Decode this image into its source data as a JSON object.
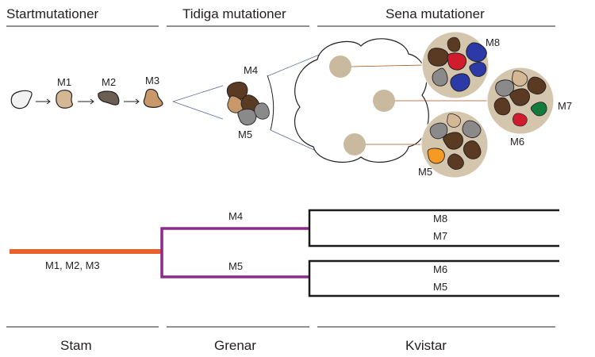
{
  "headers": {
    "start": "Startmutationer",
    "early": "Tidiga mutationer",
    "late": "Sena mutationer"
  },
  "footers": {
    "stem": "Stam",
    "branches": "Grenar",
    "twigs": "Kvistar"
  },
  "cell_labels": {
    "m1": "M1",
    "m2": "M2",
    "m3": "M3",
    "m4": "M4",
    "m5": "M5",
    "clone_m8": "M8",
    "clone_m7": "M7",
    "clone_m6": "M6",
    "clone_m5": "M5"
  },
  "tree_labels": {
    "stem": "M1, M2, M3",
    "branch_upper": "M4",
    "branch_lower": "M5",
    "twig_1": "M8",
    "twig_2": "M7",
    "twig_3": "M6",
    "twig_4": "M5"
  },
  "colors": {
    "stem": "#e8612c",
    "branch": "#8b2c8c",
    "twig": "#1a1a1a",
    "clone_bg": "#d4c5ad",
    "cell_light": "#d4b896",
    "cell_dark_brown": "#5a3a22",
    "cell_gray": "#8a8a8a",
    "cell_blue": "#2b3aa6",
    "cell_red": "#d11c2e",
    "cell_green": "#137a3c",
    "cell_orange": "#f59a23"
  }
}
